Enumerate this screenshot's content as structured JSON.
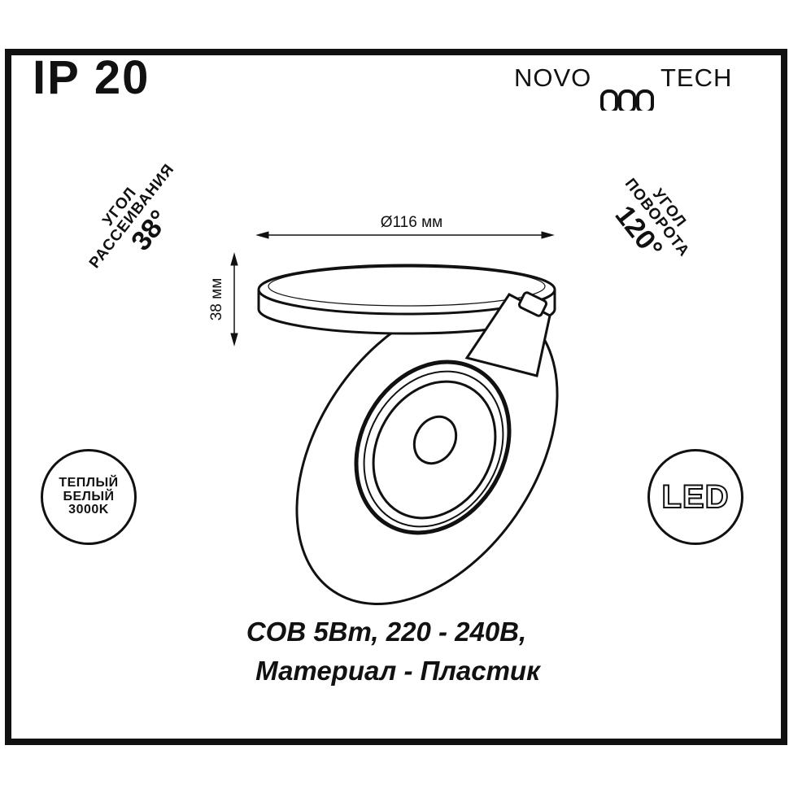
{
  "ip_rating": "IP 20",
  "brand": {
    "left": "NOVO",
    "right": "TECH"
  },
  "dimensions": {
    "diameter": "Ø116 мм",
    "height": "38 мм"
  },
  "beam_angle": {
    "line1": "УГОЛ",
    "line2": "РАССЕИВАНИЯ",
    "value": "38°"
  },
  "rotation_angle": {
    "line1": "УГОЛ",
    "line2": "ПОВОРОТА",
    "value": "120°"
  },
  "color_temp": {
    "line1": "ТЕПЛЫЙ",
    "line2": "БЕЛЫЙ",
    "line3": "3000K"
  },
  "led_badge": "LED",
  "specs": {
    "line1": "COB 5Вт, 220 - 240В,",
    "line2": "Материал - Пластик"
  }
}
